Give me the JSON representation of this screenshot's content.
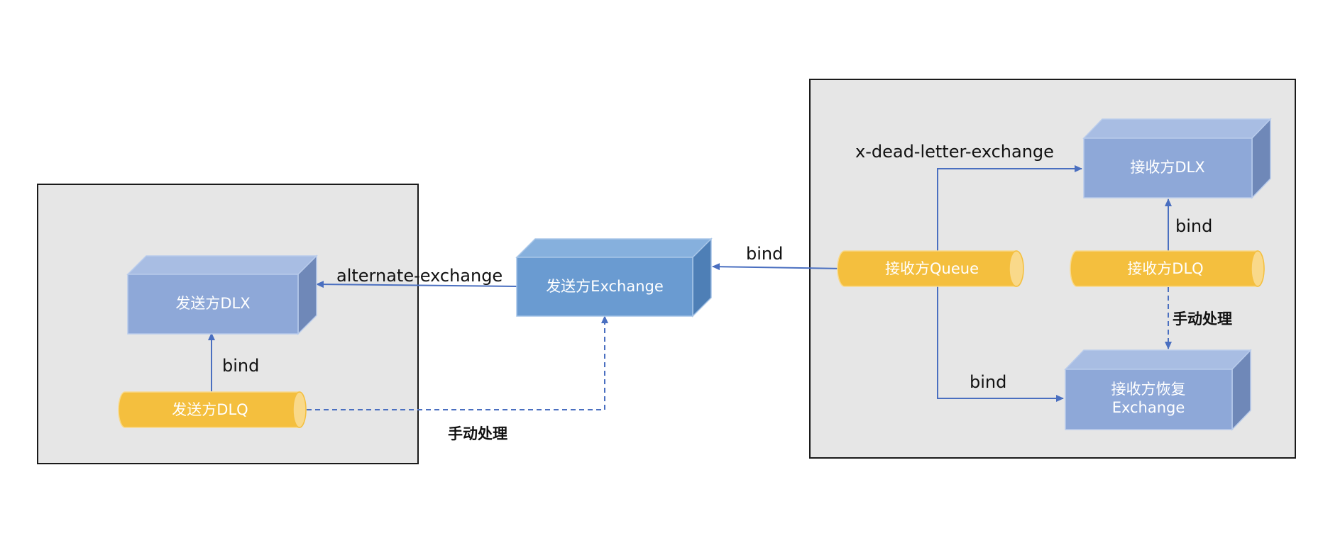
{
  "colors": {
    "panel_fill": "#e6e6e6",
    "panel_stroke": "#1a1a1a",
    "exchange_fill": "#8ea8d8",
    "exchange_top": "#a8bde3",
    "exchange_side": "#6f88b8",
    "main_exchange_fill": "#6a9bd1",
    "main_exchange_top": "#86b0dd",
    "main_exchange_side": "#4e7fb6",
    "queue_fill": "#f4bf3e",
    "queue_cap": "#f9d98a",
    "arrow": "#4a6fc0"
  },
  "nodes": {
    "sender_dlx": "发送方DLX",
    "sender_dlq": "发送方DLQ",
    "sender_exchange": "发送方Exchange",
    "receiver_queue": "接收方Queue",
    "receiver_dlx": "接收方DLX",
    "receiver_dlq": "接收方DLQ",
    "receiver_recovery_line1": "接收方恢复",
    "receiver_recovery_line2": "Exchange"
  },
  "edges": {
    "alternate_exchange": "alternate-exchange",
    "bind_sender_dlq": "bind",
    "manual_sender": "手动处理",
    "bind_receiver_queue": "bind",
    "dead_letter_exchange": "x-dead-letter-exchange",
    "bind_receiver_dlq": "bind",
    "manual_receiver": "手动处理",
    "bind_recovery": "bind"
  },
  "icons": {
    "exchange": "3d-box-icon",
    "queue": "cylinder-icon"
  }
}
